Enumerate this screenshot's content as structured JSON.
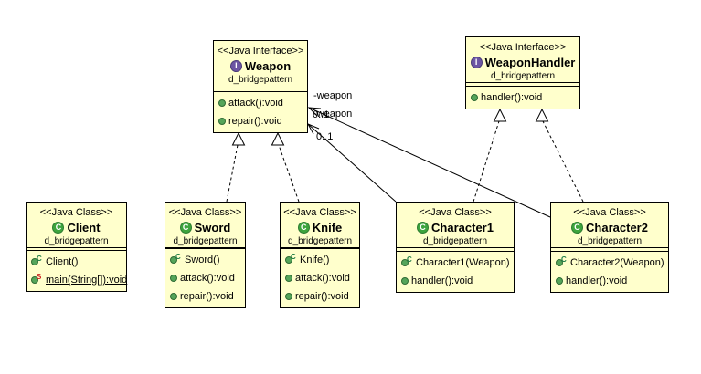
{
  "diagram": {
    "background": "#ffffff",
    "box_fill": "#ffffcc",
    "box_border": "#000000",
    "interface_icon_color": "#6c55a3",
    "class_icon_color": "#3da43d"
  },
  "classes": [
    {
      "id": "weapon",
      "stereotype": "<<Java Interface>>",
      "kind": "interface",
      "icon_letter": "I",
      "name": "Weapon",
      "package": "d_bridgepattern",
      "methods": [
        {
          "label": "attack():void"
        },
        {
          "label": "repair():void"
        }
      ]
    },
    {
      "id": "weaponhandler",
      "stereotype": "<<Java Interface>>",
      "kind": "interface",
      "icon_letter": "I",
      "name": "WeaponHandler",
      "package": "d_bridgepattern",
      "methods": [
        {
          "label": "handler():void"
        }
      ]
    },
    {
      "id": "client",
      "stereotype": "<<Java Class>>",
      "kind": "class",
      "icon_letter": "C",
      "name": "Client",
      "package": "d_bridgepattern",
      "methods": [
        {
          "label": "Client()",
          "modifier": "C"
        },
        {
          "label": "main(String[]):void",
          "modifier": "S",
          "static": true
        }
      ]
    },
    {
      "id": "sword",
      "stereotype": "<<Java Class>>",
      "kind": "class",
      "icon_letter": "C",
      "name": "Sword",
      "package": "d_bridgepattern",
      "methods": [
        {
          "label": "Sword()",
          "modifier": "C"
        },
        {
          "label": "attack():void"
        },
        {
          "label": "repair():void"
        }
      ]
    },
    {
      "id": "knife",
      "stereotype": "<<Java Class>>",
      "kind": "class",
      "icon_letter": "C",
      "name": "Knife",
      "package": "d_bridgepattern",
      "methods": [
        {
          "label": "Knife()",
          "modifier": "C"
        },
        {
          "label": "attack():void"
        },
        {
          "label": "repair():void"
        }
      ]
    },
    {
      "id": "character1",
      "stereotype": "<<Java Class>>",
      "kind": "class",
      "icon_letter": "C",
      "name": "Character1",
      "package": "d_bridgepattern",
      "methods": [
        {
          "label": "Character1(Weapon)",
          "modifier": "C"
        },
        {
          "label": "handler():void"
        }
      ]
    },
    {
      "id": "character2",
      "stereotype": "<<Java Class>>",
      "kind": "class",
      "icon_letter": "C",
      "name": "Character2",
      "package": "d_bridgepattern",
      "methods": [
        {
          "label": "Character2(Weapon)",
          "modifier": "C"
        },
        {
          "label": "handler():void"
        }
      ]
    }
  ],
  "relations": {
    "edges": [
      {
        "from": "Sword",
        "to": "Weapon",
        "type": "realization"
      },
      {
        "from": "Knife",
        "to": "Weapon",
        "type": "realization"
      },
      {
        "from": "Character1",
        "to": "WeaponHandler",
        "type": "realization"
      },
      {
        "from": "Character2",
        "to": "WeaponHandler",
        "type": "realization"
      },
      {
        "from": "Character1",
        "to": "Weapon",
        "type": "association"
      },
      {
        "from": "Character2",
        "to": "Weapon",
        "type": "association"
      }
    ],
    "labels": [
      {
        "text": "-weapon"
      },
      {
        "text": "-weapon"
      },
      {
        "text": "0..1"
      },
      {
        "text": "0..1"
      }
    ]
  }
}
